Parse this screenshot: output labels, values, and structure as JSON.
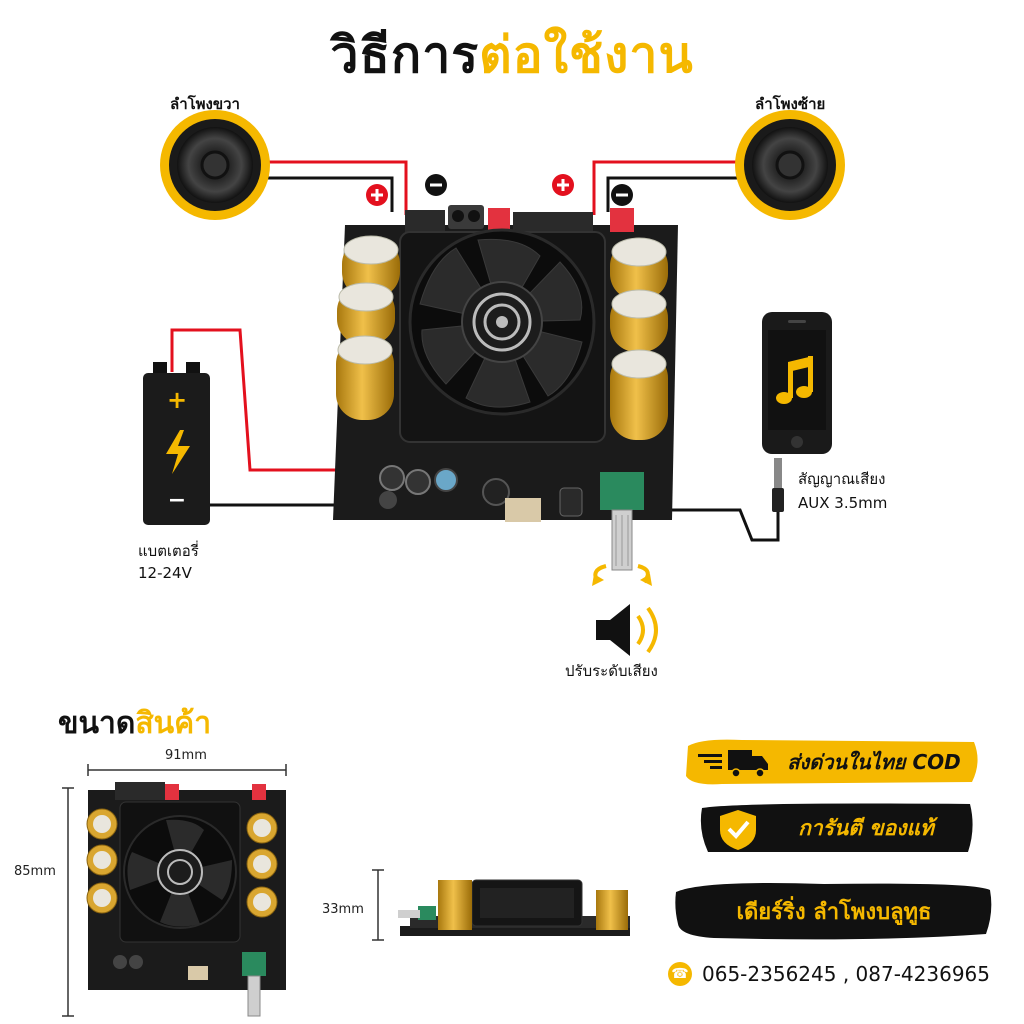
{
  "title": {
    "part1": "วิธีการ",
    "part2": "ต่อใช้งาน"
  },
  "speakers": {
    "right_label": "ลำโพงขวา",
    "left_label": "ลำโพงซ้าย"
  },
  "battery": {
    "label_line1": "แบตเตอรี่",
    "label_line2": "12-24V",
    "plus": "+",
    "minus": "−"
  },
  "audio_input": {
    "label_line1": "สัญญาณเสียง",
    "label_line2": "AUX 3.5mm"
  },
  "volume": {
    "label": "ปรับระดับเสียง"
  },
  "polarity": {
    "plus": "+",
    "minus": "−"
  },
  "size_section": {
    "title_part1": "ขนาด",
    "title_part2": "สินค้า",
    "width": "91mm",
    "height": "85mm",
    "depth": "33mm"
  },
  "badges": {
    "shipping": "ส่งด่วนในไทย COD",
    "guarantee": "การันตี ของแท้",
    "shop": "เดียร์ริ่ง ลำโพงบลูทูธ"
  },
  "contact": {
    "phones": "065-2356245 , 087-4236965"
  },
  "colors": {
    "accent": "#f5b800",
    "wire_red": "#e3101e",
    "wire_black": "#111111",
    "board": "#1b1b1b"
  }
}
